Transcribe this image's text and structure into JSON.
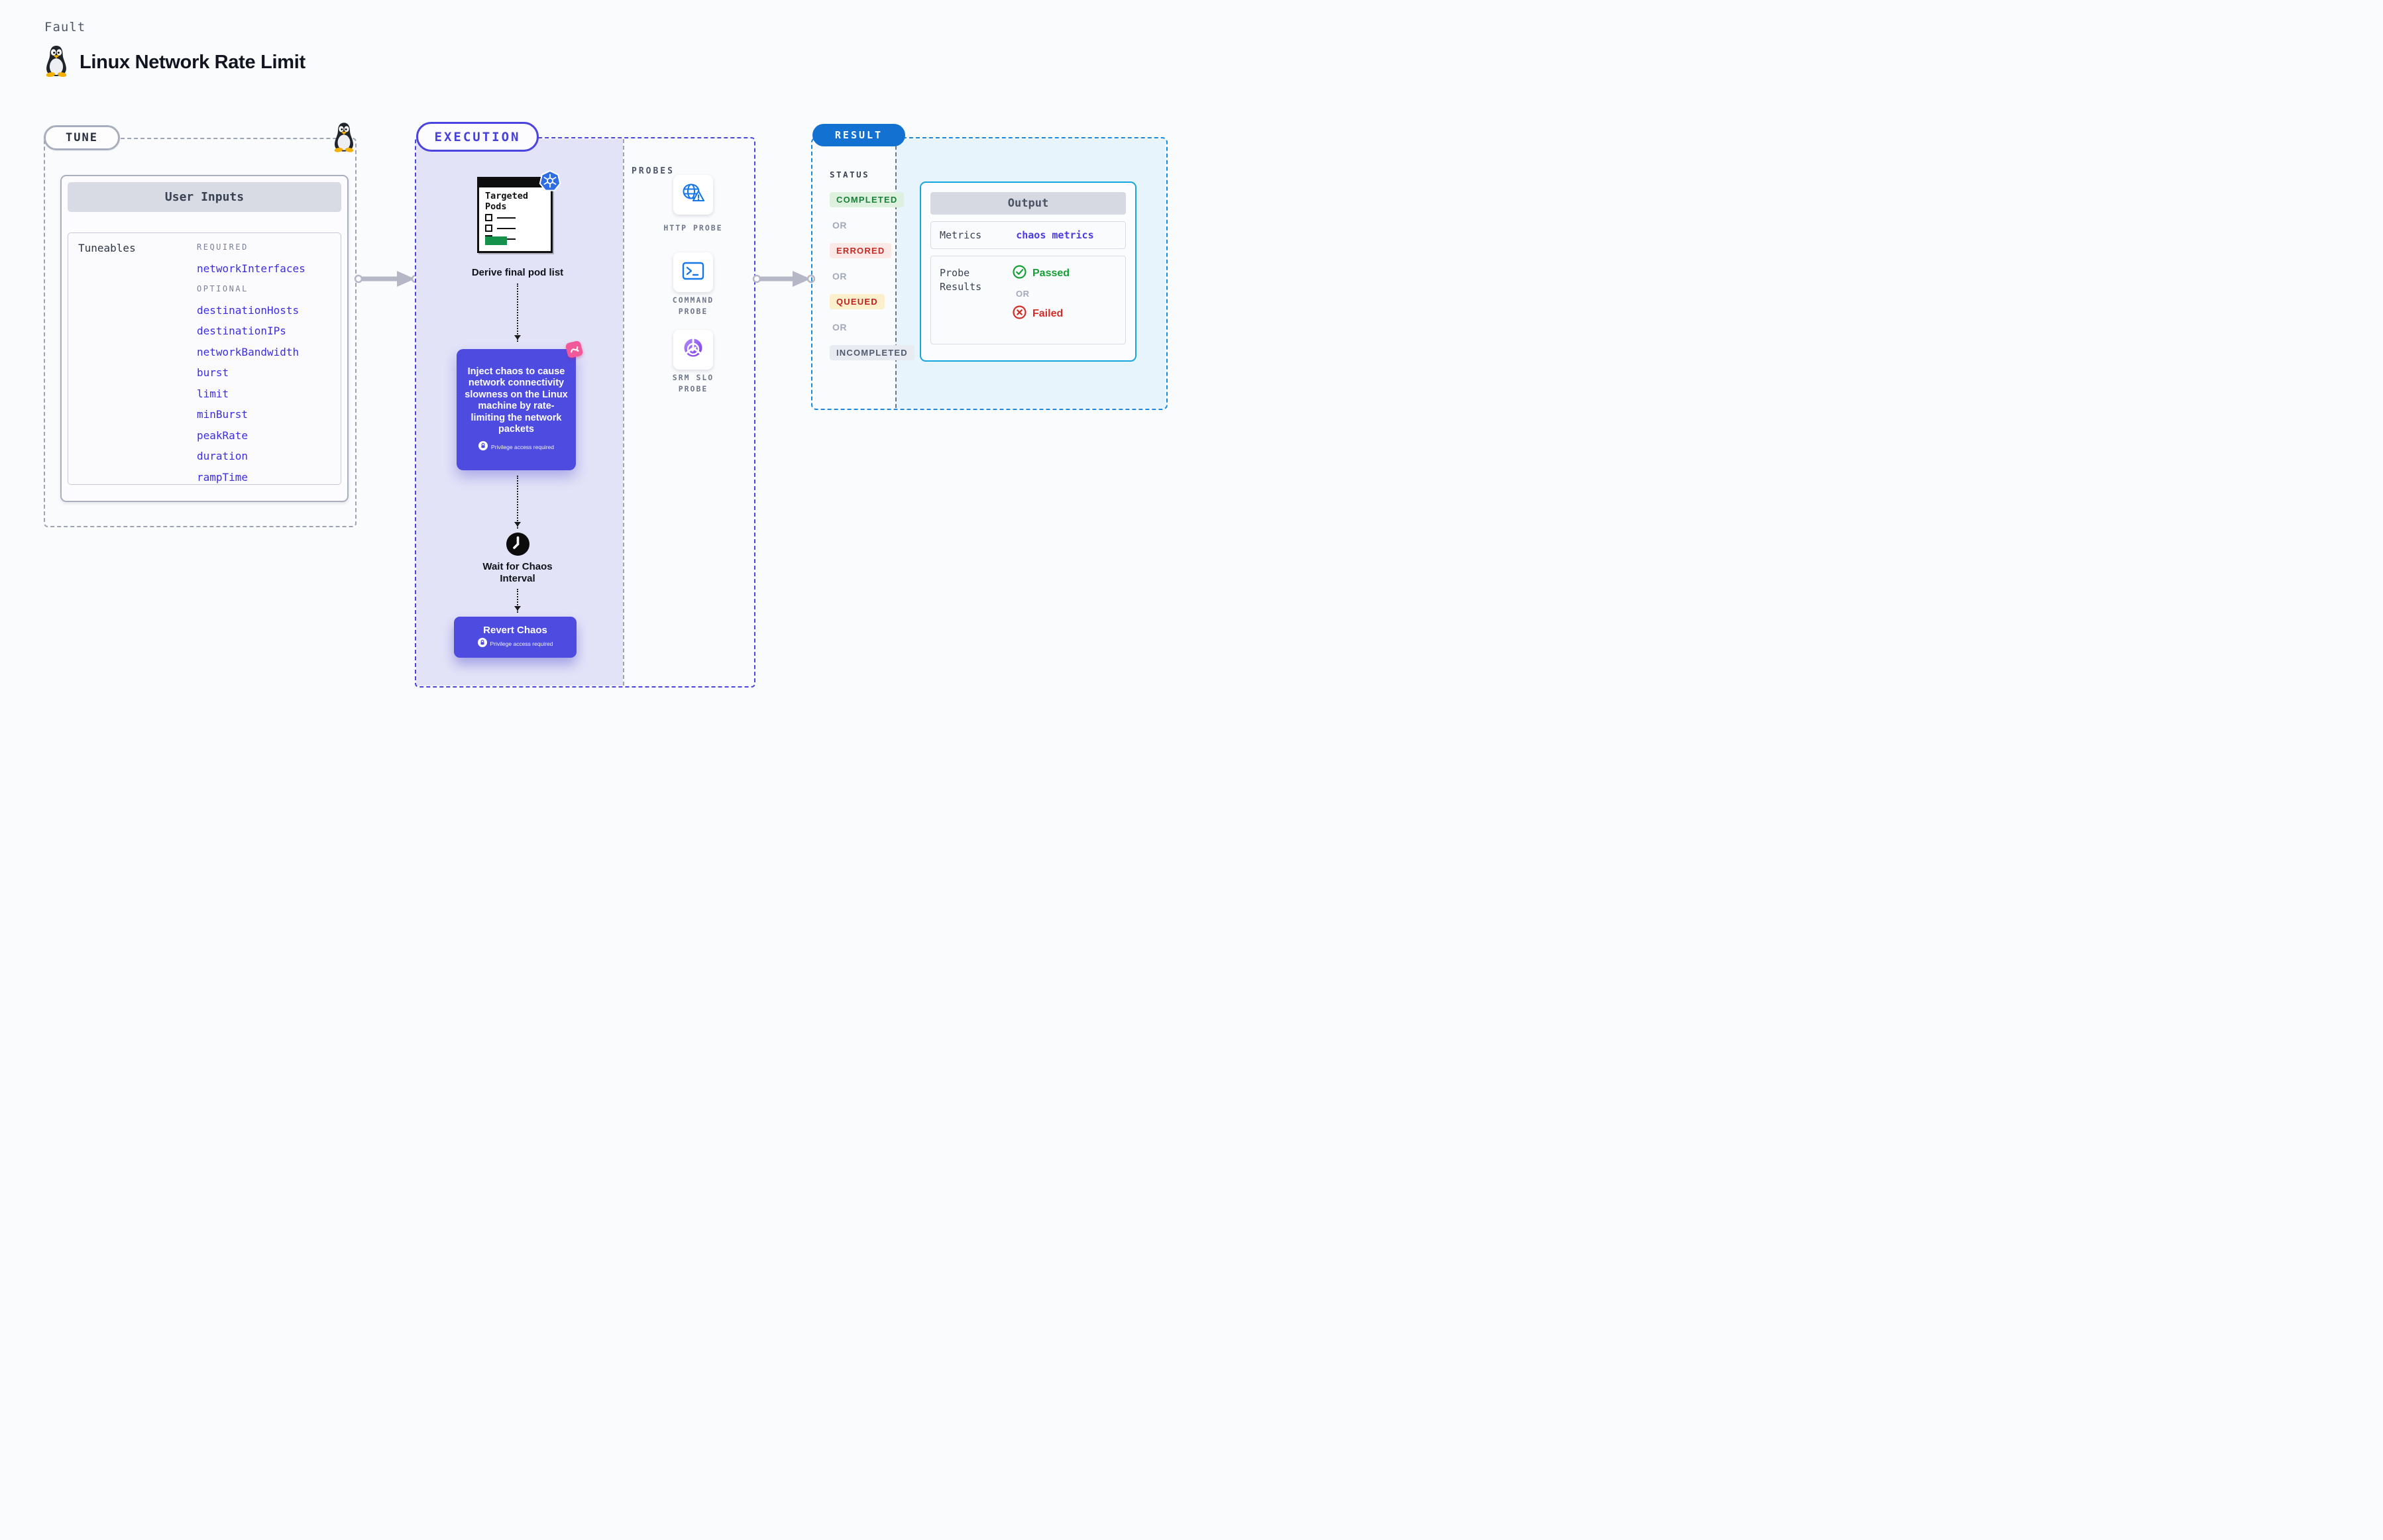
{
  "page": {
    "background": "#FAFBFD"
  },
  "header": {
    "eyebrow": "Fault",
    "title": "Linux Network Rate Limit",
    "icon": "linux-tux-icon"
  },
  "tune": {
    "badge_label": "TUNE",
    "corner_icon": "linux-tux-icon",
    "card_title": "User Inputs",
    "tuneables_label": "Tuneables",
    "required_label": "REQUIRED",
    "required_items": [
      "networkInterfaces"
    ],
    "optional_label": "OPTIONAL",
    "optional_items": [
      "destinationHosts",
      "destinationIPs",
      "networkBandwidth",
      "burst",
      "limit",
      "minBurst",
      "peakRate",
      "duration",
      "rampTime"
    ],
    "item_color": "#3C2EE0"
  },
  "execution": {
    "badge_label": "EXECUTION",
    "pods_doc_title": "Targeted Pods",
    "pods_doc_icon": "kubernetes-wheel-icon",
    "derive_label": "Derive final pod list",
    "inject_text": "Inject chaos to cause network connectivity slowness on the Linux machine by rate-limiting the network packets",
    "inject_corner_icon": "chaos-logo-icon",
    "privilege_note": "Privilege access required",
    "privilege_icon": "lock-icon",
    "wait_label": "Wait for Chaos Interval",
    "wait_icon": "clock-icon",
    "revert_label": "Revert Chaos",
    "accent_color": "#4D4BE0",
    "panel_color": "#E3E3F8"
  },
  "probes": {
    "label": "PROBES",
    "items": [
      {
        "name": "HTTP PROBE",
        "icon": "globe-alert-icon"
      },
      {
        "name": "COMMAND PROBE",
        "icon": "terminal-icon"
      },
      {
        "name": "SRM SLO PROBE",
        "icon": "slo-donut-check-icon"
      }
    ]
  },
  "result": {
    "badge_label": "RESULT",
    "badge_color": "#1371D2",
    "box_border_color": "#1787DF",
    "status_label": "STATUS",
    "or_label": "OR",
    "statuses": [
      {
        "label": "COMPLETED",
        "fg": "#178138",
        "bg": "#DEF1DE"
      },
      {
        "label": "ERRORED",
        "fg": "#C32B24",
        "bg": "#FBE9E8"
      },
      {
        "label": "QUEUED",
        "fg": "#C22020",
        "bg": "#FAF0CB"
      },
      {
        "label": "INCOMPLETED",
        "fg": "#525B6E",
        "bg": "#E9EBF3"
      }
    ],
    "output": {
      "title": "Output",
      "metrics_label": "Metrics",
      "metrics_value": "chaos metrics",
      "metrics_value_color": "#4A3BE2",
      "probe_results_label": "Probe Results",
      "passed_label": "Passed",
      "passed_color": "#16A034",
      "failed_label": "Failed",
      "failed_color": "#D22C26",
      "card_border_color": "#14A4DE",
      "panel_color": "#E7F4FB"
    }
  }
}
